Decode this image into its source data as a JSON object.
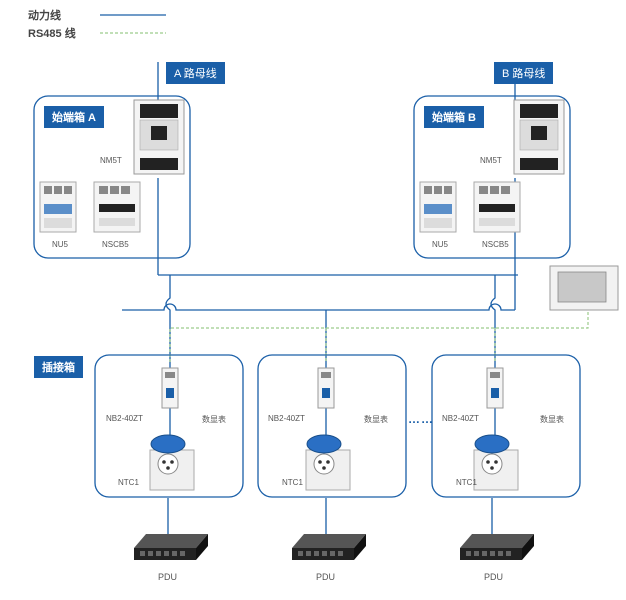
{
  "legend": {
    "power_line": "动力线",
    "rs485_line": "RS485 线"
  },
  "bus_labels": {
    "a": "A 路母线",
    "b": "B 路母线"
  },
  "start_box_a": {
    "title": "始端箱 A",
    "breaker": "NM5T",
    "spd": "NU5",
    "switch": "NSCB5"
  },
  "start_box_b": {
    "title": "始端箱 B",
    "breaker": "NM5T",
    "spd": "NU5",
    "switch": "NSCB5"
  },
  "plug_box_label": "插接箱",
  "plug_boxes": [
    {
      "breaker": "NB2-40ZT",
      "meter": "数显表",
      "socket": "NTC1"
    },
    {
      "breaker": "NB2-40ZT",
      "meter": "数显表",
      "socket": "NTC1"
    },
    {
      "breaker": "NB2-40ZT",
      "meter": "数显表",
      "socket": "NTC1"
    }
  ],
  "pdu_labels": [
    "PDU",
    "PDU",
    "PDU"
  ],
  "ellipsis": "……",
  "colors": {
    "power_line": "#1a5fa8",
    "rs485_line": "#9ccc8c",
    "box_border": "#1a5fa8",
    "tag_bg": "#1a5fa8"
  }
}
